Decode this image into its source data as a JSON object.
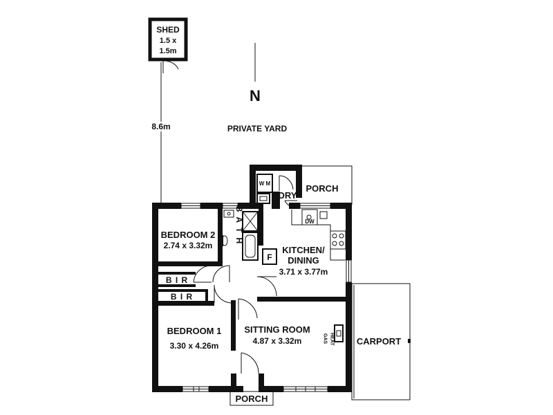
{
  "colors": {
    "wall": "#111111",
    "background": "#ffffff"
  },
  "compass": {
    "label": "N"
  },
  "yard": {
    "label": "PRIVATE YARD"
  },
  "dimension": {
    "shed_distance": "8.6m"
  },
  "shed": {
    "name": "SHED",
    "size_line1": "1.5 x",
    "size_line2": "1.5m"
  },
  "porch_top": {
    "name": "PORCH"
  },
  "porch_bottom": {
    "name": "PORCH"
  },
  "laundry": {
    "name": "LDRY",
    "appliance": "W M"
  },
  "bath": {
    "name": "B A T H"
  },
  "bedroom2": {
    "name": "BEDROOM 2",
    "size": "2.74 x 3.32m"
  },
  "bedroom1": {
    "name": "BEDROOM 1",
    "size": "3.30 x 4.26m"
  },
  "kitchen": {
    "name_line1": "KITCHEN/",
    "name_line2": "DINING",
    "size": "3.71 x 3.77m",
    "fridge": "F",
    "dishwasher": "DW"
  },
  "sitting": {
    "name": "SITTING ROOM",
    "size": "4.87 x 3.32m",
    "gas_heater_left": "GAS",
    "gas_heater_right": "HEAT"
  },
  "bir_upper": {
    "label": "B I R"
  },
  "bir_lower": {
    "label": "B I R"
  },
  "carport": {
    "name": "CARPORT"
  }
}
